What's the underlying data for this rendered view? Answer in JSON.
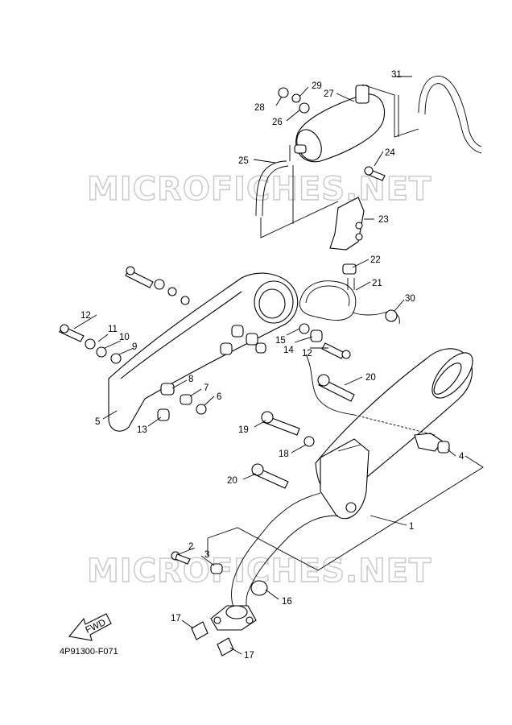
{
  "watermark": "MICROFICHES.NET",
  "figure_code": "4P91300-F071",
  "fwd_label": "FWD",
  "callouts": {
    "c1": "1",
    "c2": "2",
    "c3": "3",
    "c4": "4",
    "c5": "5",
    "c6": "6",
    "c7": "7",
    "c8": "8",
    "c9": "9",
    "c10": "10",
    "c11": "11",
    "c12a": "12",
    "c12b": "12",
    "c13": "13",
    "c14": "14",
    "c15": "15",
    "c16": "16",
    "c17a": "17",
    "c17b": "17",
    "c18": "18",
    "c19": "19",
    "c20a": "20",
    "c20b": "20",
    "c21": "21",
    "c22": "22",
    "c23": "23",
    "c24": "24",
    "c25": "25",
    "c26": "26",
    "c27": "27",
    "c28": "28",
    "c29": "29",
    "c30": "30",
    "c31": "31"
  }
}
